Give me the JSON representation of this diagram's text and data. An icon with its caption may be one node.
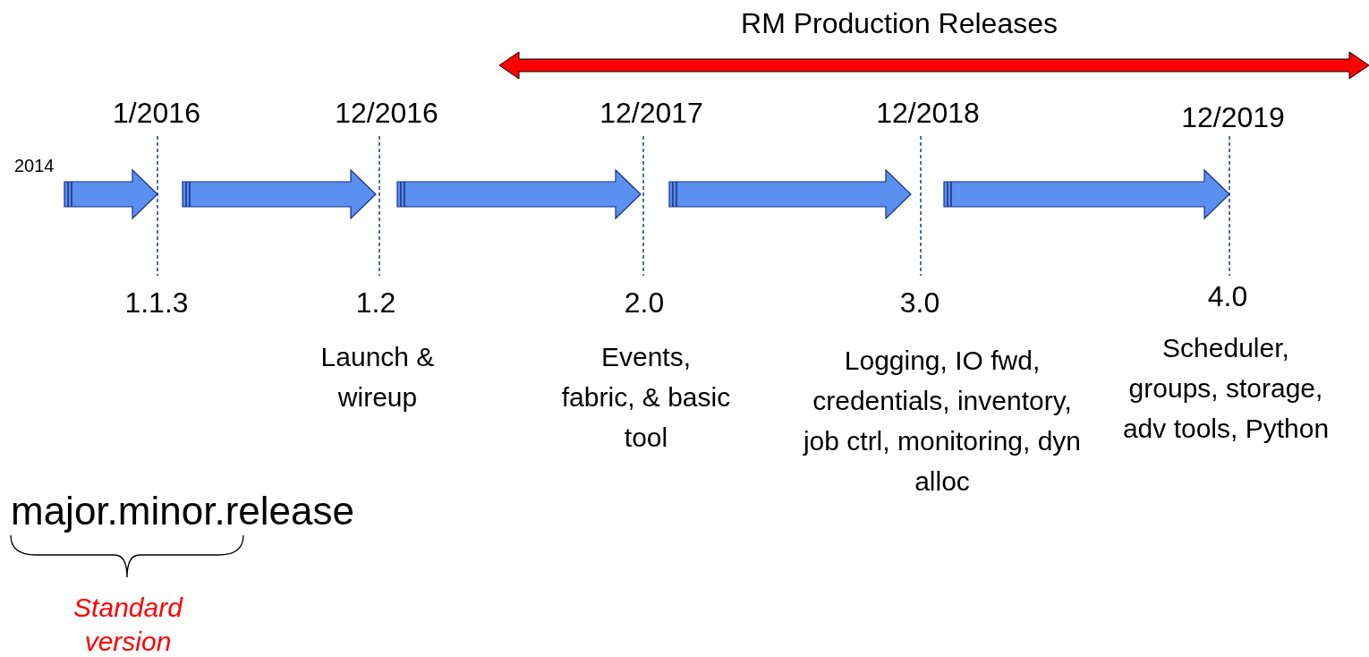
{
  "diagram": {
    "labels": [
      "RM Production Releases",
      "1/2016",
      "12/2016",
      "12/2017",
      "12/2018",
      "12/2019",
      "2014",
      "1.1.3",
      "1.2",
      "2.0",
      "3.0",
      "4.0",
      "Launch & wireup",
      "Events, fabric, & basic tool",
      "Logging, IO fwd, credentials, inventory, job ctrl, monitoring, dyn alloc",
      "Scheduler, groups, storage, adv tools, Python",
      "major.minor.release",
      "Standard version"
    ]
  }
}
